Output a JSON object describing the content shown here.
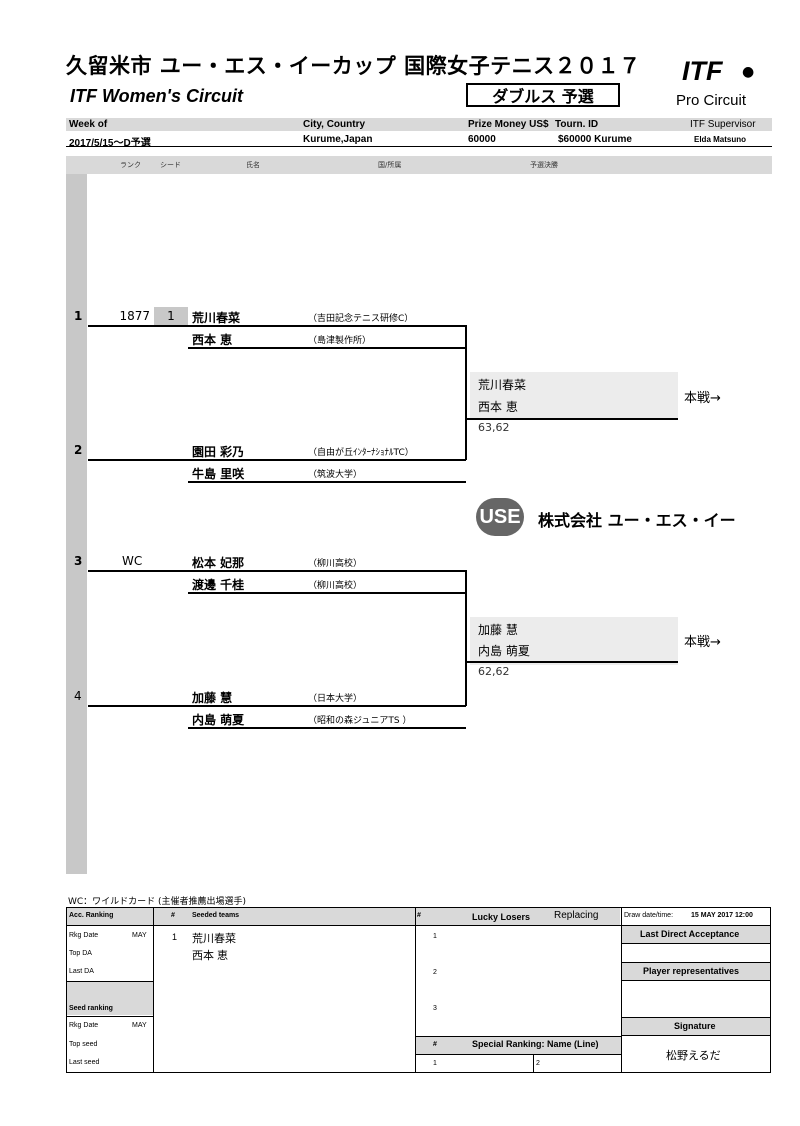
{
  "header": {
    "title": "久留米市 ユー・エス・イーカップ 国際女子テニス２０１７",
    "subtitle": "ITF Women's Circuit",
    "stage": "ダブルス 予選",
    "logo_text": "ITF",
    "logo_sub": "Pro Circuit"
  },
  "info": {
    "week_label": "Week of",
    "week_value": "2017/5/15～D予選",
    "city_label": "City, Country",
    "city_value": "Kurume,Japan",
    "prize_label": "Prize Money US$",
    "prize_value": "60000",
    "tourn_label": "Tourn. ID",
    "tourn_value": "$60000 Kurume",
    "supervisor_label": "ITF Supervisor",
    "supervisor_value": "Elda Matsuno"
  },
  "columns": {
    "rank": "ランク",
    "seed": "シード",
    "name": "氏名",
    "country": "国/所属",
    "qualifying_final": "予選決勝"
  },
  "draw": [
    {
      "line": "1",
      "rank": "1877",
      "seed": "1",
      "player1": "荒川春菜",
      "club1": "（吉田記念テニス研修C）",
      "player2": "西本 恵",
      "club2": "（島津製作所）"
    },
    {
      "line": "2",
      "rank": "",
      "seed": "",
      "player1": "園田 彩乃",
      "club1": "（自由が丘ｲﾝﾀｰﾅｼｮﾅﾙTC）",
      "player2": "牛島 里咲",
      "club2": "（筑波大学）"
    },
    {
      "line": "3",
      "rank": "WC",
      "seed": "",
      "player1": "松本 妃那",
      "club1": "（柳川高校）",
      "player2": "渡邊 千桂",
      "club2": "（柳川高校）"
    },
    {
      "line": "4",
      "rank": "",
      "seed": "",
      "player1": "加藤 慧",
      "club1": "（日本大学）",
      "player2": "内島 萌夏",
      "club2": "（昭和の森ジュニアTS ）"
    }
  ],
  "winners": [
    {
      "player1": "荒川春菜",
      "player2": "西本 恵",
      "score": "63,62",
      "next": "本戦→"
    },
    {
      "player1": "加藤 慧",
      "player2": "内島 萌夏",
      "score": "62,62",
      "next": "本戦→"
    }
  ],
  "sponsor": {
    "logo": "USE",
    "name": "株式会社 ユー・エス・イー"
  },
  "footer": {
    "wc_note": "WC：ワイルドカード (主催者推薦出場選手)",
    "acc_ranking": "Acc. Ranking",
    "hash": "#",
    "seeded_teams": "Seeded teams",
    "lucky_losers": "Lucky Losers",
    "replacing": "Replacing",
    "draw_datetime_label": "Draw date/time:",
    "draw_datetime_value": "15 MAY 2017 12:00",
    "rkg_date": "Rkg Date",
    "may": "MAY",
    "top_da": "Top DA",
    "last_da": "Last DA",
    "seed_ranking": "Seed ranking",
    "top_seed": "Top seed",
    "last_seed": "Last seed",
    "seed1_num": "1",
    "seed1_p1": "荒川春菜",
    "seed1_p2": "西本 恵",
    "ll1": "1",
    "ll2": "2",
    "ll3": "3",
    "last_direct": "Last Direct Acceptance",
    "player_reps": "Player representatives",
    "signature": "Signature",
    "signature_name": "松野えるだ",
    "special_ranking": "Special Ranking: Name (Line)",
    "sr1": "1",
    "sr2": "2"
  }
}
